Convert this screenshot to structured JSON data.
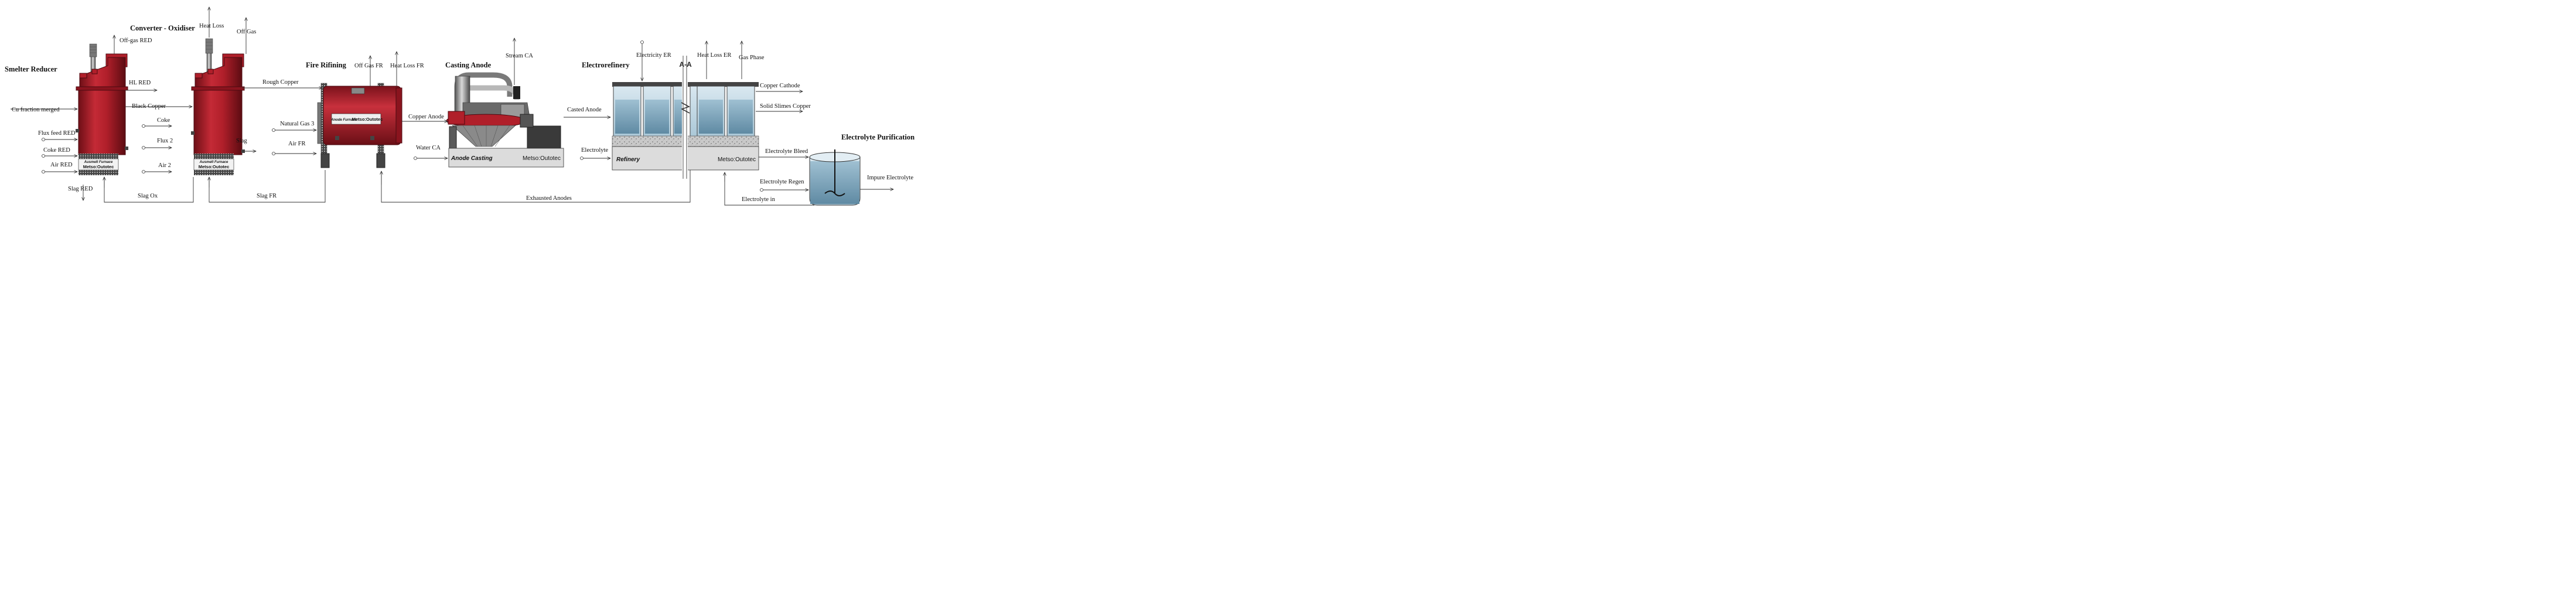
{
  "titles": {
    "smelter": "Smelter Reducer",
    "converter": "Converter - Oxidiser",
    "fire_refining": "Fire Rifining",
    "casting": "Casting Anode",
    "electrorefinery": "Electrorefinery",
    "purification": "Electrolyte Purification"
  },
  "streams": {
    "offgas_red": "Off-gas RED",
    "hl_red": "HL RED",
    "cu_fraction": "Cu fraction merged",
    "black_copper": "Black Copper",
    "flux_feed_red": "Flux feed RED",
    "coke_red": "Coke RED",
    "air_red": "Air RED",
    "slag_red": "Slag RED",
    "heat_loss": "Heat Loss",
    "off_gas": "Off Gas",
    "rough_copper": "Rough Copper",
    "coke": "Coke",
    "flux2": "Flux 2",
    "air2": "Air 2",
    "slag": "Slag",
    "slag_ox": "Slag Ox",
    "slag_fr": "Slag FR",
    "off_gas_fr": "Off Gas FR",
    "heat_loss_fr": "Heat Loss FR",
    "natural_gas3": "Natural Gas 3",
    "air_fr": "Air FR",
    "copper_anode": "Copper Anode",
    "water_ca": "Water CA",
    "stream_ca": "Stream CA",
    "casted_anode": "Casted Anode",
    "electricity_er": "Electricity ER",
    "heat_loss_er": "Heat Loss ER",
    "gas_phase": "Gas Phase",
    "copper_cathode": "Copper Cathode",
    "solid_slimes": "Solid Slimes Copper",
    "electrolyte": "Electrolyte",
    "electrolyte_bleed": "Electrolyte Bleed",
    "electrolyte_regen": "Electrolyte Regen",
    "impure_electrolyte": "Impure Electrolyte",
    "electrolyte_in": "Electrolyte in",
    "exhausted_anodes": "Exhausted Anodes"
  },
  "equipment_labels": {
    "ausmelt_furnace": "Ausmelt Furnace",
    "metso_outotec": "Metso:Outotec",
    "anode_furnace": "Anode Furnace",
    "anode_casting": "Anode Casting",
    "refinery": "Refinery",
    "section_cut": "A-A"
  },
  "colors": {
    "furnace_red": "#b01f2a",
    "furnace_dark": "#6e0f16",
    "cell_blue": "#b9d4e2",
    "liquid_blue": "#8fb3c7",
    "steel_gray": "#8a8a8a"
  }
}
